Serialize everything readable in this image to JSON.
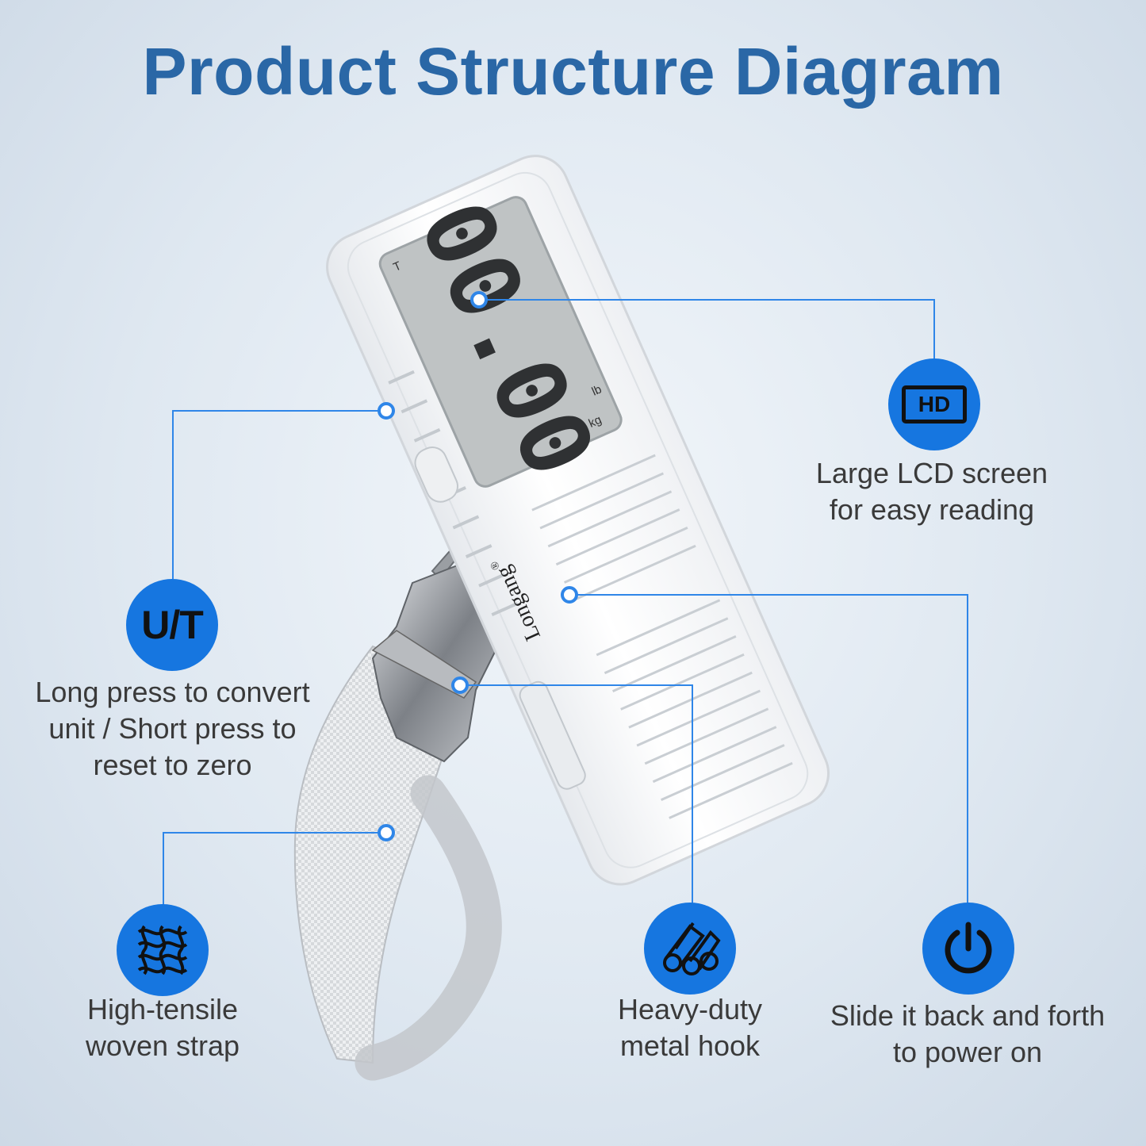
{
  "title": "Product Structure Diagram",
  "colors": {
    "title": "#2a67a6",
    "accent": "#1676e0",
    "line": "#2f86e8"
  },
  "device": {
    "brand": "Longang",
    "brand_mark": "®",
    "lcd_reading": "00.00",
    "lcd_flag": "T",
    "unit_kg": "kg",
    "unit_lb": "lb"
  },
  "features": [
    {
      "id": "lcd",
      "icon": "hd-icon",
      "badge_text": "HD",
      "lines": [
        "Large LCD screen",
        "for easy reading"
      ]
    },
    {
      "id": "ut-button",
      "icon": "ut-icon",
      "badge_text": "U/T",
      "lines": [
        "Long press to convert",
        "unit / Short press to",
        "reset to zero"
      ]
    },
    {
      "id": "strap",
      "icon": "woven-fabric-icon",
      "lines": [
        "High-tensile",
        "woven strap"
      ]
    },
    {
      "id": "hook",
      "icon": "metal-rods-icon",
      "lines": [
        "Heavy-duty",
        "metal hook"
      ]
    },
    {
      "id": "power",
      "icon": "power-icon",
      "lines": [
        "Slide it back and forth",
        "to power on"
      ]
    }
  ]
}
